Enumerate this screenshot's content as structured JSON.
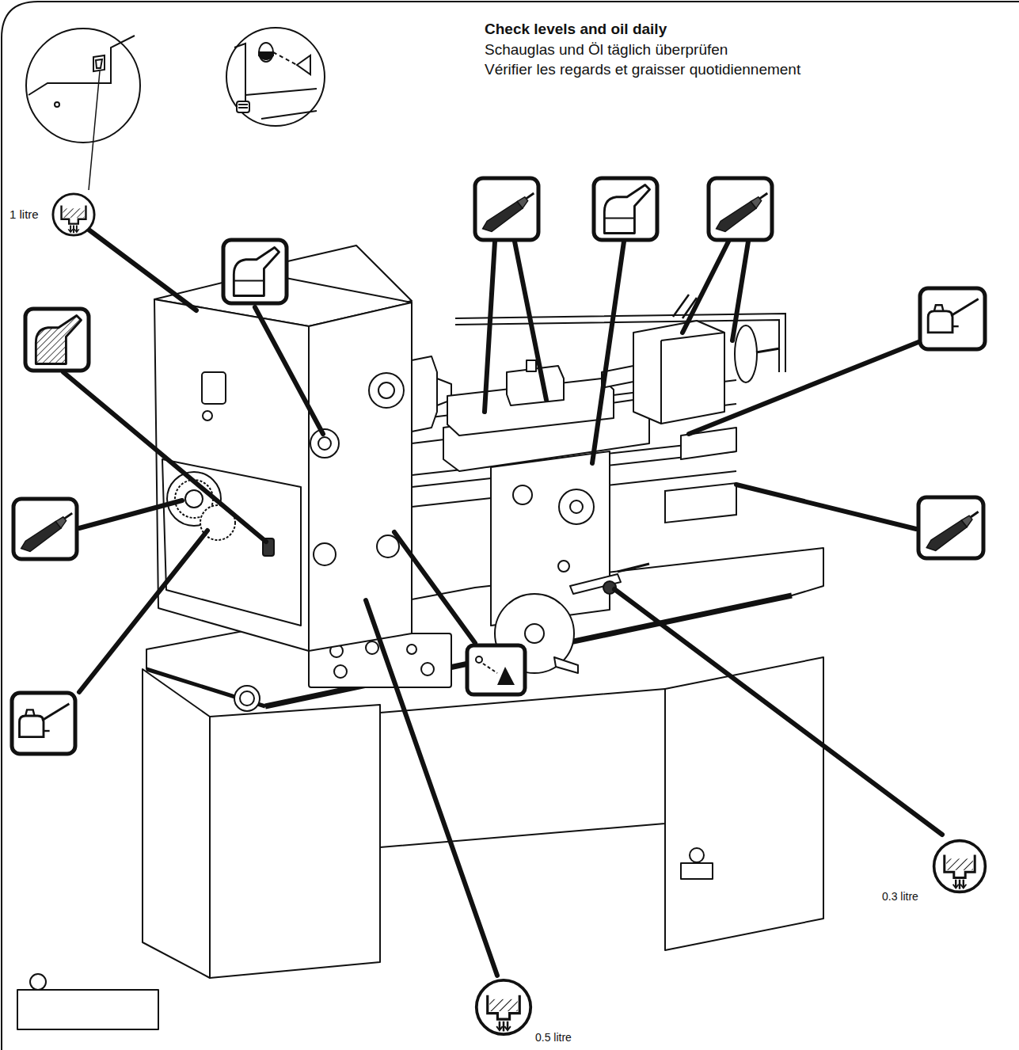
{
  "diagram": {
    "title": "Check levels and oil daily",
    "labels": [
      "Schauglas und Öl täglich überprüfen",
      "Vérifier les regards et graisser quotidiennement",
      "1 litre",
      "0.3 litre",
      "0.5 litre"
    ]
  }
}
